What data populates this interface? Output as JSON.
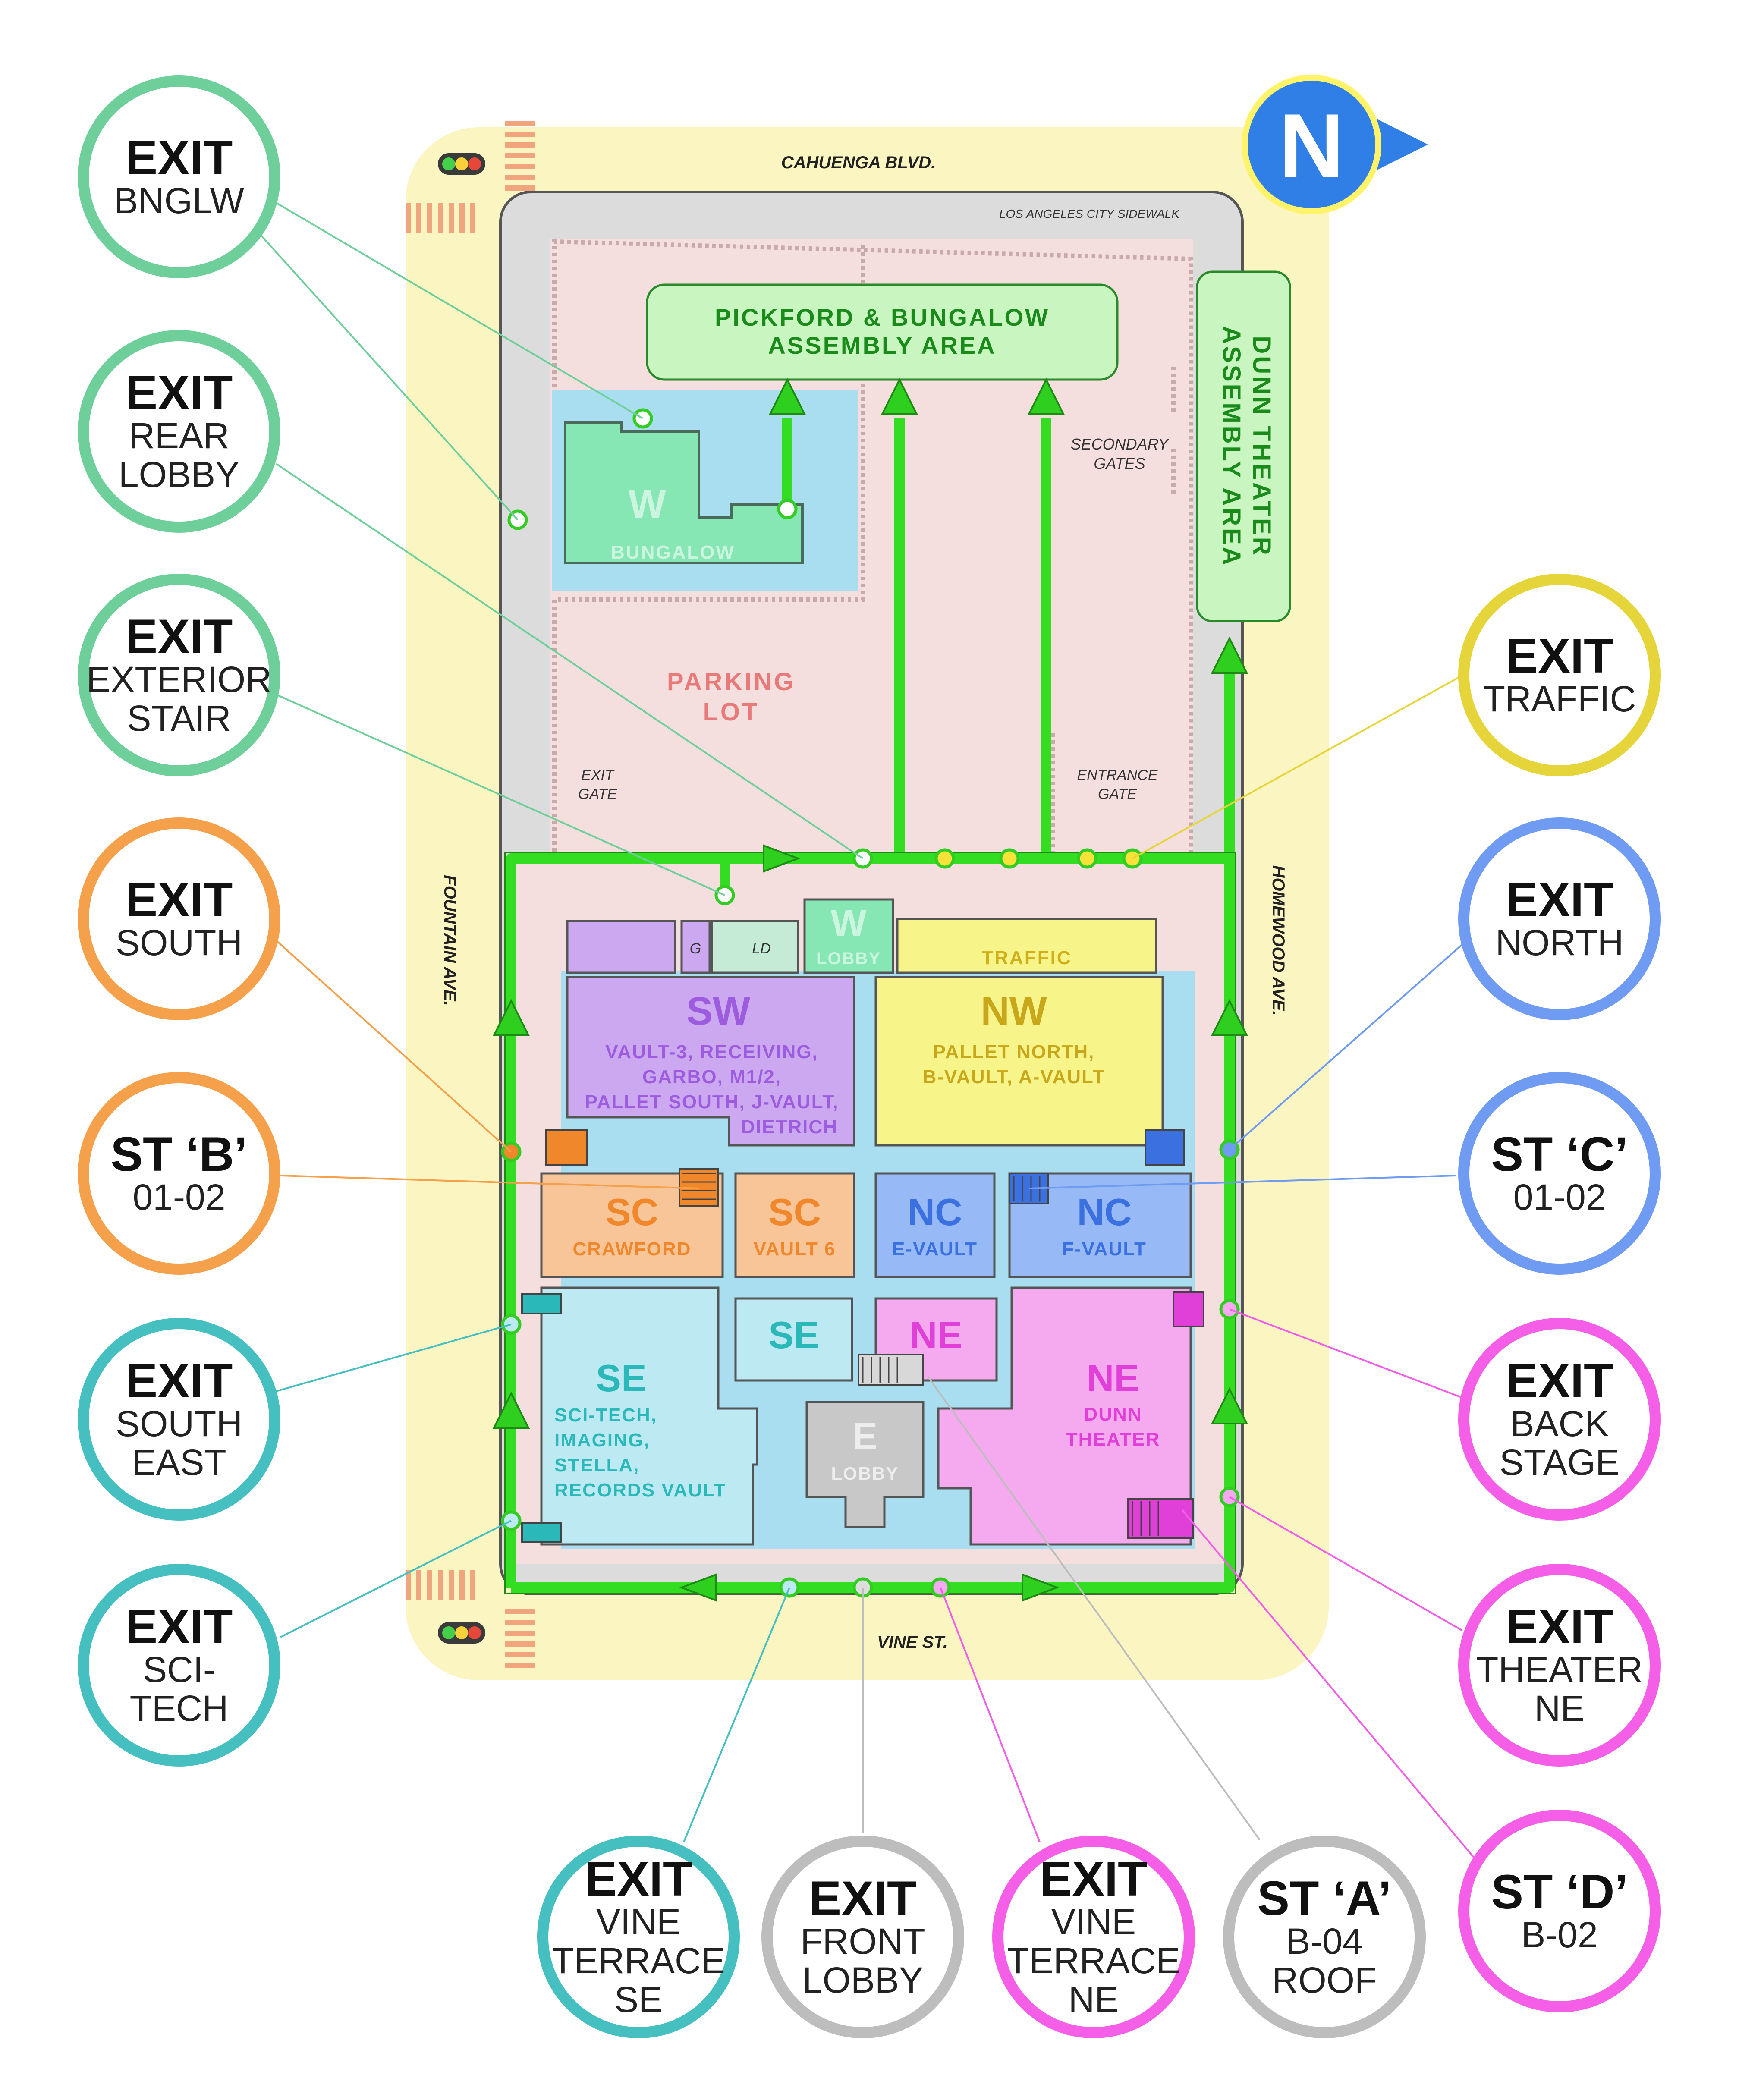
{
  "compass": {
    "letter": "N",
    "fill": "#2f7fe6",
    "ring": "#fff36a"
  },
  "streets": {
    "top": "CAHUENGA BLVD.",
    "bottom": "VINE ST.",
    "left": "FOUNTAIN AVE.",
    "right": "HOMEWOOD AVE.",
    "sidewalk": "LOS ANGELES CITY SIDEWALK"
  },
  "areas": {
    "pickford": [
      "PICKFORD & BUNGALOW",
      "ASSEMBLY AREA"
    ],
    "dunn": [
      "DUNN THEATER",
      "ASSEMBLY AREA"
    ],
    "parking": [
      "PARKING",
      "LOT"
    ],
    "secondary_gates": [
      "SECONDARY",
      "GATES"
    ],
    "exit_gate": [
      "EXIT",
      "GATE"
    ],
    "entrance_gate": [
      "ENTRANCE",
      "GATE"
    ]
  },
  "rooms": {
    "bungalow": {
      "big": "W",
      "small": "BUNGALOW"
    },
    "w_lobby": {
      "big": "W",
      "small": "LOBBY"
    },
    "g": "G",
    "ld": "LD",
    "traffic": "TRAFFIC",
    "sw": {
      "big": "SW",
      "lines": [
        "VAULT-3, RECEIVING,",
        "GARBO, M1/2,",
        "PALLET SOUTH, J-VAULT,",
        "DIETRICH"
      ]
    },
    "nw": {
      "big": "NW",
      "lines": [
        "PALLET NORTH,",
        "B-VAULT, A-VAULT"
      ]
    },
    "sc_crawford": {
      "big": "SC",
      "small": "CRAWFORD"
    },
    "sc_vault6": {
      "big": "SC",
      "small": "VAULT 6"
    },
    "nc_evault": {
      "big": "NC",
      "small": "E-VAULT"
    },
    "nc_fvault": {
      "big": "NC",
      "small": "F-VAULT"
    },
    "se_small": {
      "big": "SE"
    },
    "ne_small": {
      "big": "NE"
    },
    "se_main": {
      "big": "SE",
      "lines": [
        "SCI-TECH,",
        "IMAGING,",
        "STELLA,",
        "RECORDS VAULT"
      ]
    },
    "e_lobby": {
      "big": "E",
      "small": "LOBBY"
    },
    "ne_main": {
      "big": "NE",
      "lines": [
        "DUNN",
        "THEATER"
      ]
    }
  },
  "exits": [
    {
      "id": "bnglw",
      "title": "EXIT",
      "lines": [
        "BNGLW"
      ],
      "color": "#6fcf9b"
    },
    {
      "id": "rear-lobby",
      "title": "EXIT",
      "lines": [
        "REAR",
        "LOBBY"
      ],
      "color": "#6fcf9b"
    },
    {
      "id": "exterior-stair",
      "title": "EXIT",
      "lines": [
        "EXTERIOR",
        "STAIR"
      ],
      "color": "#6fcf9b"
    },
    {
      "id": "south",
      "title": "EXIT",
      "lines": [
        "SOUTH"
      ],
      "color": "#f5a04a"
    },
    {
      "id": "st-b",
      "title": "ST ‘B’",
      "lines": [
        "01-02"
      ],
      "color": "#f5a04a"
    },
    {
      "id": "south-east",
      "title": "EXIT",
      "lines": [
        "SOUTH",
        "EAST"
      ],
      "color": "#45bfc0"
    },
    {
      "id": "sci-tech",
      "title": "EXIT",
      "lines": [
        "SCI-",
        "TECH"
      ],
      "color": "#45bfc0"
    },
    {
      "id": "traffic",
      "title": "EXIT",
      "lines": [
        "TRAFFIC"
      ],
      "color": "#e5d53a"
    },
    {
      "id": "north",
      "title": "EXIT",
      "lines": [
        "NORTH"
      ],
      "color": "#6f9cf2"
    },
    {
      "id": "st-c",
      "title": "ST ‘C’",
      "lines": [
        "01-02"
      ],
      "color": "#6f9cf2"
    },
    {
      "id": "back-stage",
      "title": "EXIT",
      "lines": [
        "BACK",
        "STAGE"
      ],
      "color": "#f55ee6"
    },
    {
      "id": "theater-ne",
      "title": "EXIT",
      "lines": [
        "THEATER",
        "NE"
      ],
      "color": "#f55ee6"
    },
    {
      "id": "st-d",
      "title": "ST ‘D’",
      "lines": [
        "B-02"
      ],
      "color": "#f55ee6"
    },
    {
      "id": "vine-terrace-se",
      "title": "EXIT",
      "lines": [
        "VINE",
        "TERRACE",
        "SE"
      ],
      "color": "#45bfc0"
    },
    {
      "id": "front-lobby",
      "title": "EXIT",
      "lines": [
        "FRONT",
        "LOBBY"
      ],
      "color": "#bdbdbd"
    },
    {
      "id": "vine-terrace-ne",
      "title": "EXIT",
      "lines": [
        "VINE",
        "TERRACE",
        "NE"
      ],
      "color": "#f55ee6"
    },
    {
      "id": "st-a",
      "title": "ST ‘A’",
      "lines": [
        "B-04",
        "ROOF"
      ],
      "color": "#bdbdbd"
    }
  ],
  "colors": {
    "route": "#33dd22",
    "street": "#fbf5c2",
    "site": "#dcdcdc",
    "lot": "#f5dede",
    "corridor": "#a8def0",
    "sw": "#cba8f0",
    "nw": "#f7f48a",
    "sc": "#f7c598",
    "nc": "#97b9f5",
    "se": "#bde9f3",
    "ne": "#f5aaf0",
    "w": "#86e6b4",
    "lobby_gray": "#c8c8c8"
  }
}
